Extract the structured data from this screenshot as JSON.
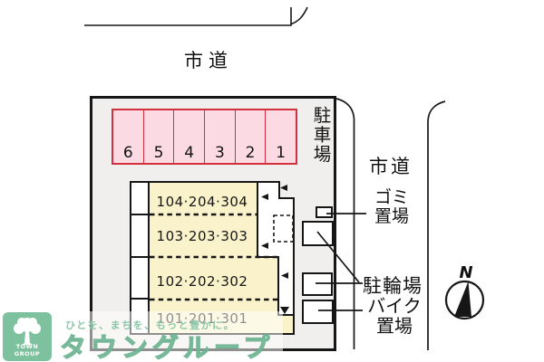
{
  "diagram": {
    "top_road_label": "市道",
    "side_road_label": "市道",
    "parking": {
      "label": "駐車場",
      "space_numbers": [
        "6",
        "5",
        "4",
        "3",
        "2",
        "1"
      ]
    },
    "building": {
      "room_rows": [
        "104·204·304",
        "103·203·303",
        "102·202·302",
        "101·201·301"
      ]
    },
    "facilities": {
      "garbage_line1": "ゴミ",
      "garbage_line2": "置場",
      "bicycle_label": "駐輪場",
      "bike_line1": "バイク",
      "bike_line2": "置場"
    },
    "compass_label": "N"
  },
  "watermark": {
    "logo_text": "TOWN GROUP",
    "tagline": "ひとを、まちを、もっと豊かに。",
    "brand": "タウングループ"
  },
  "colors": {
    "parking_fill": "#fbdae3",
    "parking_border": "#d2303e",
    "building_fill": "#f9f2ca",
    "block_fill": "#f0efed",
    "line": "#161616",
    "logo_green": "#7ec19e",
    "watermark_green": "#7bbf9c"
  }
}
